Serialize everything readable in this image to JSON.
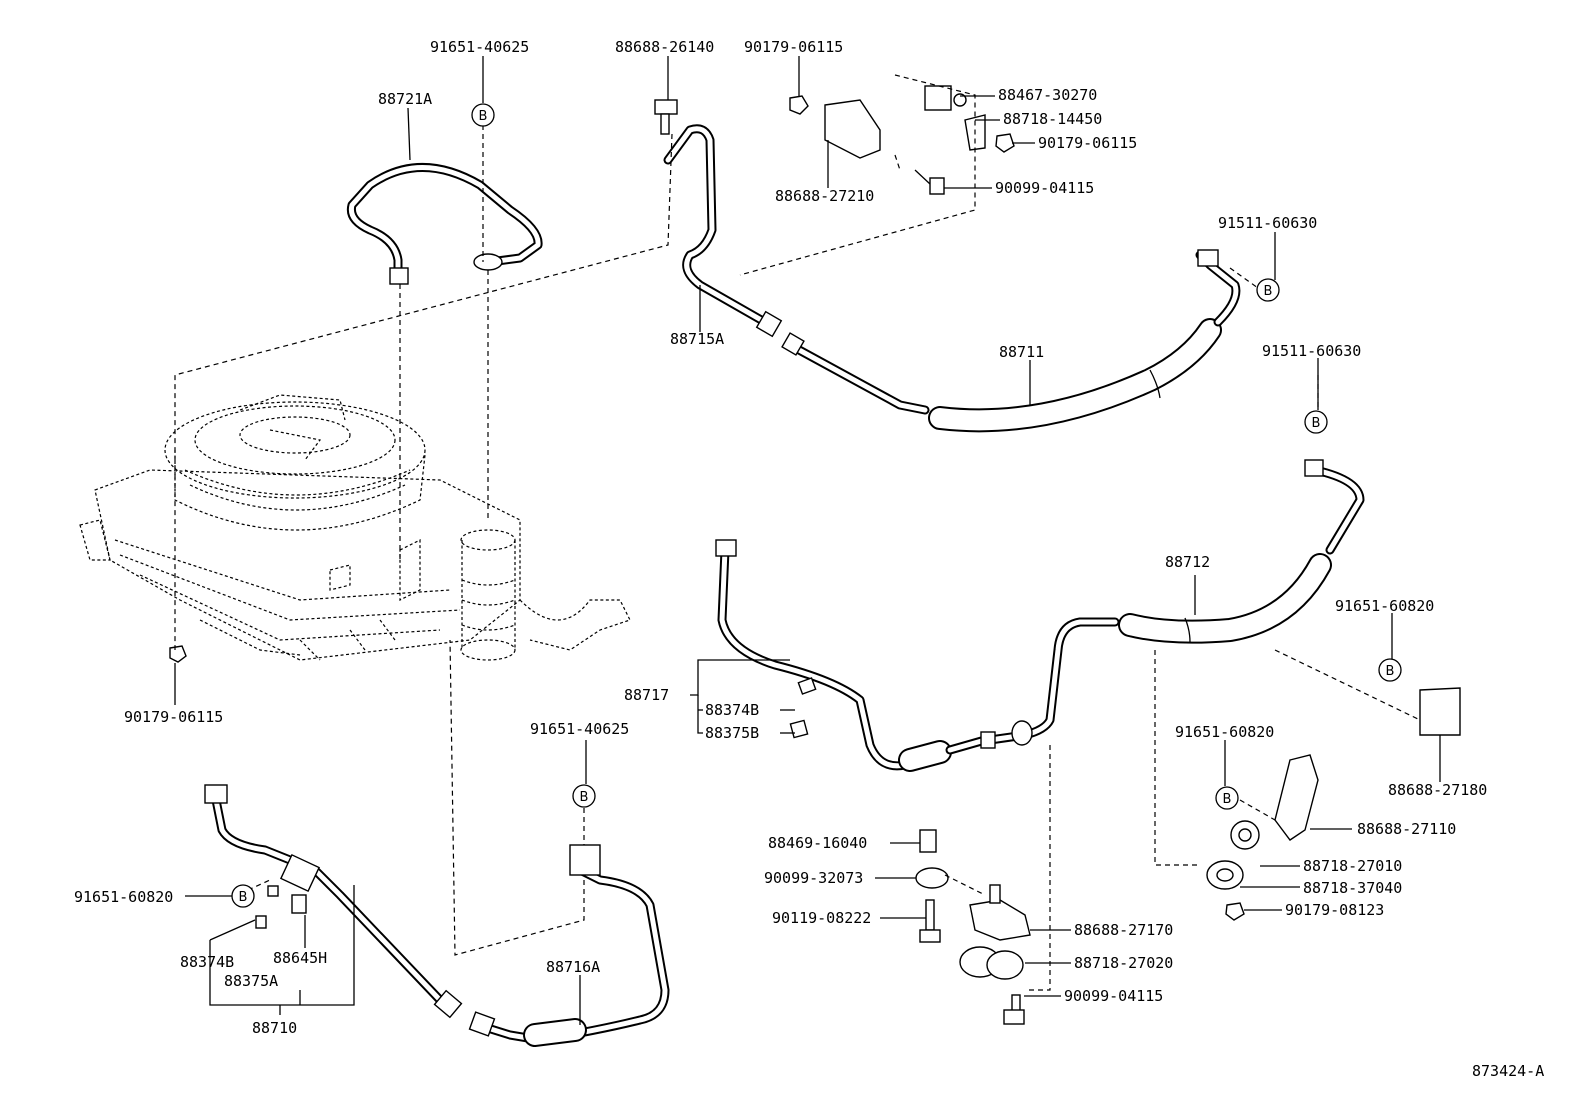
{
  "labels": {
    "p_91651_40625_top": "91651-40625",
    "p_88721A": "88721A",
    "p_88688_26140": "88688-26140",
    "p_90179_06115_top": "90179-06115",
    "p_88467_30270": "88467-30270",
    "p_88718_14450": "88718-14450",
    "p_90179_06115_right": "90179-06115",
    "p_88688_27210": "88688-27210",
    "p_90099_04115_top": "90099-04115",
    "p_91511_60630_a": "91511-60630",
    "p_91511_60630_b": "91511-60630",
    "p_88715A": "88715A",
    "p_88711": "88711",
    "p_88712": "88712",
    "p_91651_60820_right": "91651-60820",
    "p_88688_27180": "88688-27180",
    "p_91651_60820_mid": "91651-60820",
    "p_88688_27110": "88688-27110",
    "p_88718_27010": "88718-27010",
    "p_88718_37040": "88718-37040",
    "p_90179_08123": "90179-08123",
    "p_88717": "88717",
    "p_88374B_mid": "88374B",
    "p_88375B": "88375B",
    "p_90179_06115_left": "90179-06115",
    "p_91651_40625_mid": "91651-40625",
    "p_88469_16040": "88469-16040",
    "p_90099_32073": "90099-32073",
    "p_90119_08222": "90119-08222",
    "p_88688_27170": "88688-27170",
    "p_88718_27020": "88718-27020",
    "p_90099_04115_bottom": "90099-04115",
    "p_91651_60820_left": "91651-60820",
    "p_88374B_left": "88374B",
    "p_88645H": "88645H",
    "p_88375A": "88375A",
    "p_88710": "88710",
    "p_88716A": "88716A"
  },
  "bubble_letter": "B",
  "figure_number": "873424-A"
}
